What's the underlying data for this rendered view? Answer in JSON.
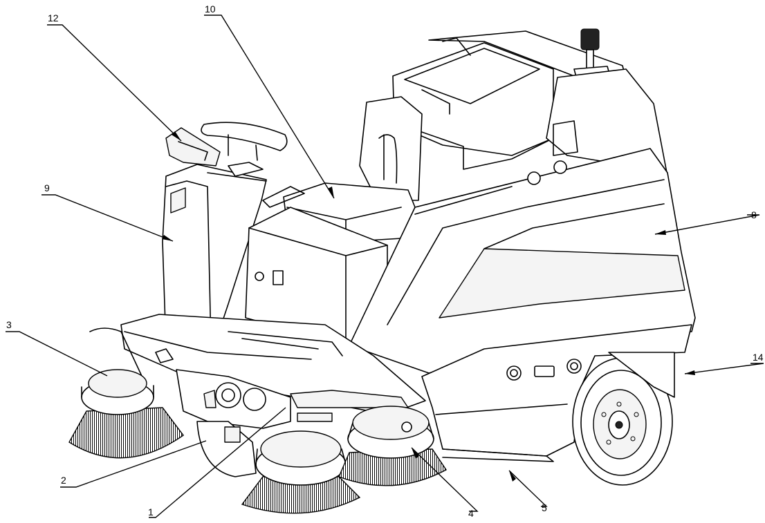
{
  "callouts": [
    {
      "id": "1",
      "label": "1"
    },
    {
      "id": "2",
      "label": "2"
    },
    {
      "id": "3",
      "label": "3"
    },
    {
      "id": "4",
      "label": "4"
    },
    {
      "id": "5",
      "label": "5"
    },
    {
      "id": "8",
      "label": "8"
    },
    {
      "id": "9",
      "label": "9"
    },
    {
      "id": "10",
      "label": "10"
    },
    {
      "id": "12",
      "label": "12"
    },
    {
      "id": "14",
      "label": "14"
    }
  ]
}
